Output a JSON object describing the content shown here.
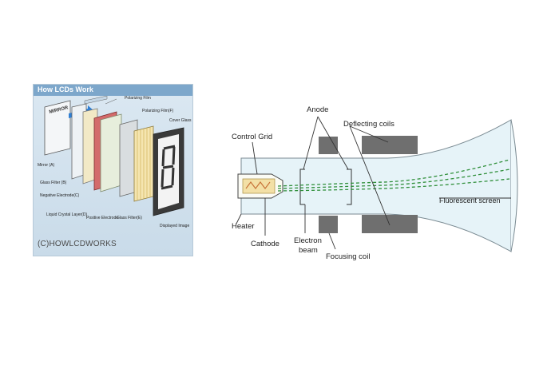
{
  "lcd": {
    "banner_title": "How LCDs Work",
    "copyright": "(C)HOWLCDWORKS",
    "mirror_text": "MIRROR",
    "labels": {
      "polarizing_film": "Polarizing Film",
      "polarizing_film_f": "Polarizing Film(F)",
      "cover_glass": "Cover Glass",
      "mirror": "Mirror (A)",
      "glass_filter_b": "Glass Filter (B)",
      "negative_electrode": "Negative Electrode(C)",
      "liquid_crystal": "Liquid Crystal Layer(D)",
      "positive_electrode": "Positive Electrode",
      "glass_filter_e": "Glass Filter(E)",
      "displayed_image": "Displayed Image"
    }
  },
  "crt": {
    "labels": {
      "anode": "Anode",
      "deflecting_coils": "Deflecting coils",
      "control_grid": "Control Grid",
      "fluorescent_screen": "Fluorescent screen",
      "heater": "Heater",
      "cathode": "Cathode",
      "electron_beam_1": "Electron",
      "electron_beam_2": "beam",
      "focusing_coil": "Focusing coil"
    }
  },
  "colors": {
    "coil": "#6f6f6f",
    "beam": "#2f8f3a",
    "glass": "#dff0f6",
    "lcd_background": "#c9dbe9",
    "banner": "#7da7cb"
  }
}
